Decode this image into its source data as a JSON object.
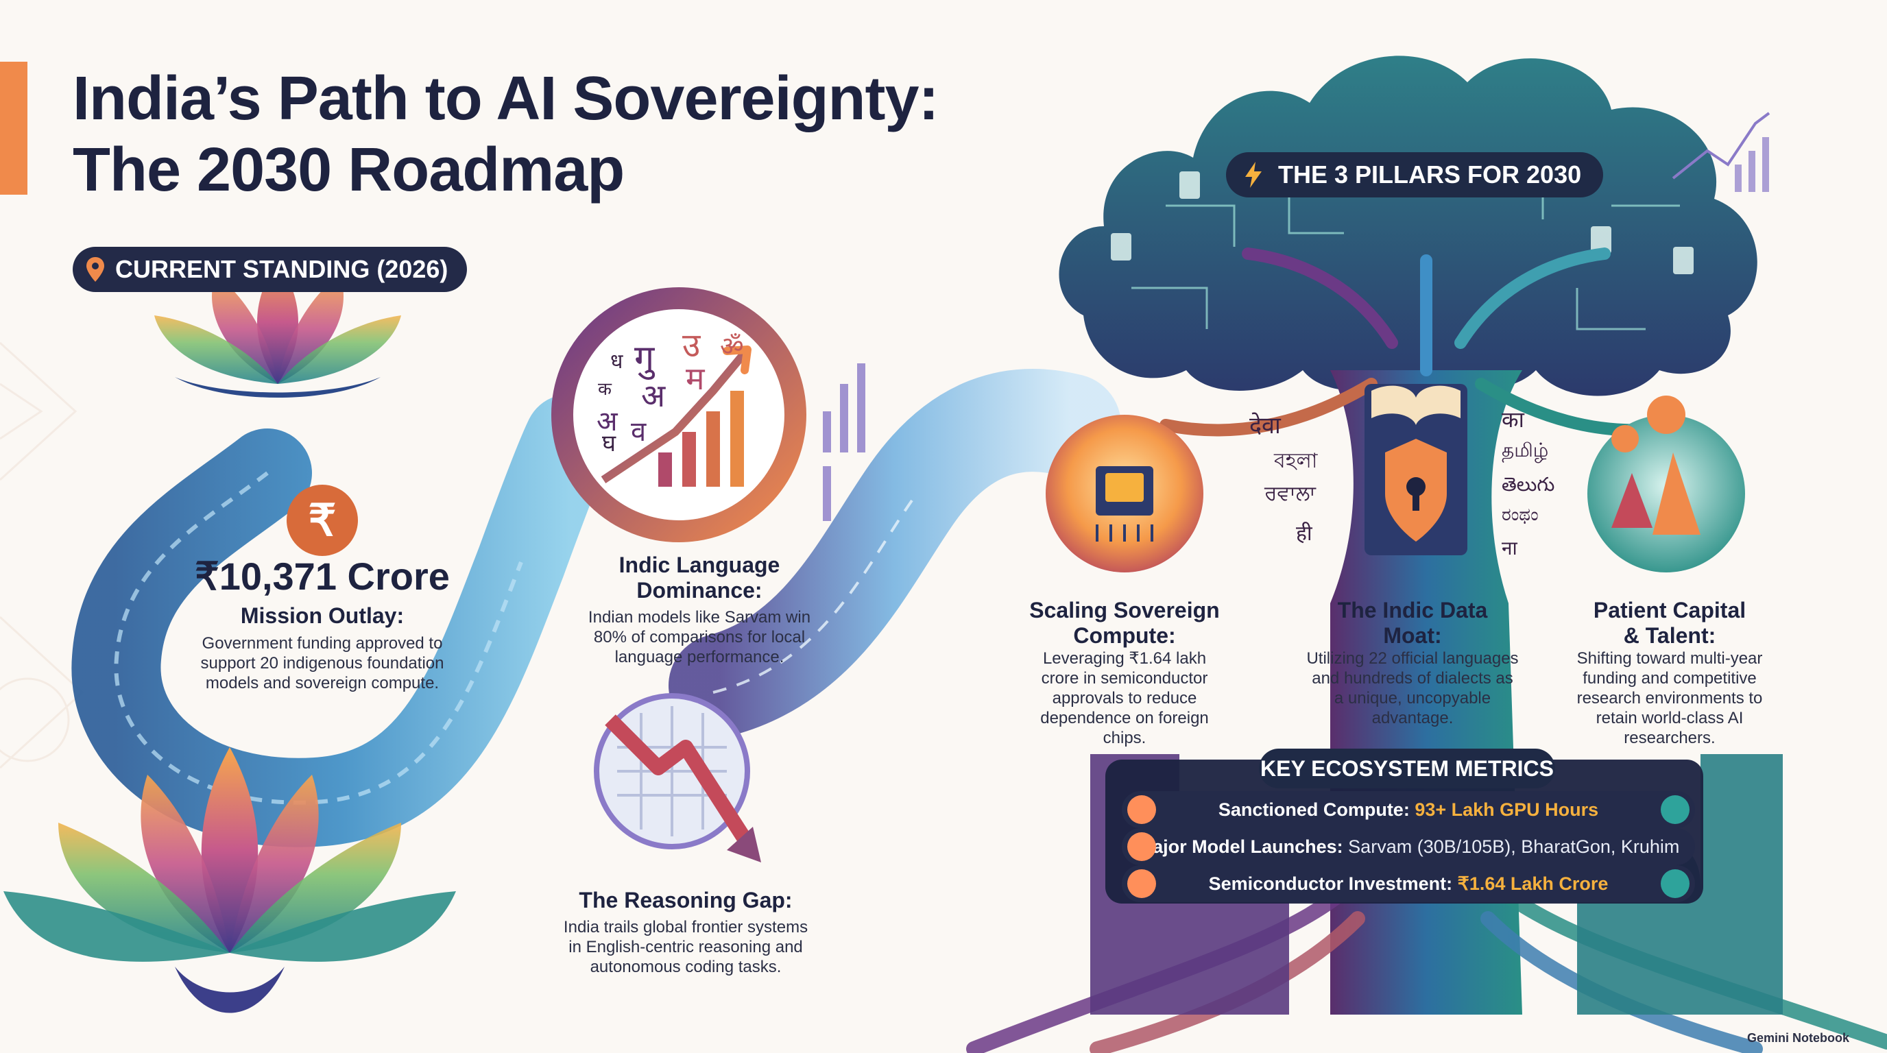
{
  "header": {
    "title_line1": "India’s Path to AI Sovereignty:",
    "title_line2": "The 2030 Roadmap"
  },
  "standing": {
    "label": "CURRENT STANDING (2026)",
    "icon": "location-pin-icon"
  },
  "mission": {
    "symbol": "₹",
    "amount": "₹10,371 Crore",
    "title": "Mission Outlay:",
    "desc_lines": [
      "Government funding approved to",
      "support 20 indigenous foundation",
      "models and sovereign compute."
    ]
  },
  "indic": {
    "title_lines": [
      "Indic Language",
      "Dominance:"
    ],
    "desc_lines": [
      "Indian models like Sarvam win",
      "80% of comparisons for local",
      "language performance."
    ],
    "script_chars": [
      "ध",
      "गु",
      "उ",
      "ॐ",
      "क",
      "अ",
      "म",
      "अ",
      "व",
      "घ"
    ]
  },
  "reasoning": {
    "title": "The Reasoning Gap:",
    "desc_lines": [
      "India trails global frontier systems",
      "in English-centric reasoning and",
      "autonomous coding tasks."
    ]
  },
  "pillars_label": "THE 3 PILLARS FOR 2030",
  "pillars": [
    {
      "title_lines": [
        "Scaling Sovereign",
        "Compute:"
      ],
      "desc_lines": [
        "Leveraging ₹1.64 lakh",
        "crore in semiconductor",
        "approvals to reduce",
        "dependence on foreign",
        "chips."
      ],
      "icon": "chip-icon"
    },
    {
      "title_lines": [
        "The Indic Data",
        "Moat:"
      ],
      "desc_lines": [
        "Utilizing 22 official languages",
        "and hundreds of dialects as",
        "a unique, uncopyable",
        "advantage."
      ],
      "icon": "shield-lock-icon"
    },
    {
      "title_lines": [
        "Patient Capital",
        "& Talent:"
      ],
      "desc_lines": [
        "Shifting toward multi-year",
        "funding and competitive",
        "research environments to",
        "retain world-class AI",
        "researchers."
      ],
      "icon": "flask-icon"
    }
  ],
  "tree_words_left": [
    "देवा",
    "বহলা",
    "ਰਵਾਲਾ",
    "ही"
  ],
  "tree_words_right": [
    "का",
    "தமிழ்",
    "తెలుగు",
    "ರಂಥಂ",
    "ना"
  ],
  "metrics": {
    "title": "KEY ECOSYSTEM METRICS",
    "rows": [
      {
        "label": "Sanctioned Compute:",
        "value": "93+ Lakh GPU Hours",
        "highlight": true
      },
      {
        "label": "Major Model Launches:",
        "value": "Sarvam (30B/105B), BharatGon, Kruhim",
        "highlight": false
      },
      {
        "label": "Semiconductor Investment:",
        "value": "₹1.64 Lakh Crore",
        "highlight": true
      }
    ]
  },
  "footer": "Gemini Notebook",
  "colors": {
    "navy": "#1e2340",
    "orange": "#f08a4b",
    "gold": "#f6b13e",
    "teal": "#2ea39b",
    "purple": "#6b3a86"
  }
}
